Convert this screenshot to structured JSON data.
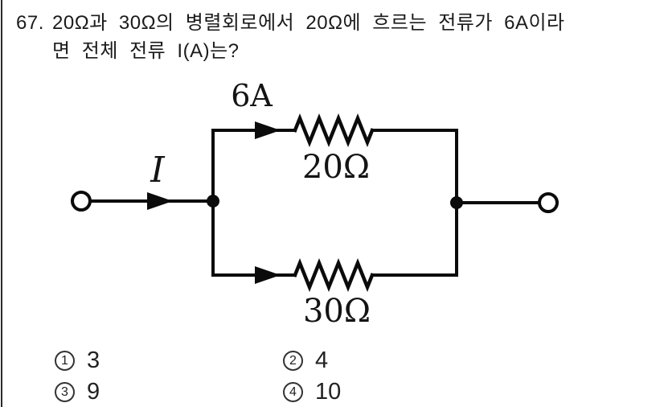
{
  "question": {
    "number": "67.",
    "line1": "20Ω과 30Ω의 병렬회로에서 20Ω에 흐르는 전류가 6A이라",
    "line2": "면 전체 전류 I(A)는?"
  },
  "circuit": {
    "total_current_label": "I",
    "branch1_current_label": "6A",
    "resistor1_label": "20Ω",
    "resistor2_label": "30Ω"
  },
  "choices": [
    {
      "marker": "1",
      "label": "3"
    },
    {
      "marker": "2",
      "label": "4"
    },
    {
      "marker": "3",
      "label": "9"
    },
    {
      "marker": "4",
      "label": "10"
    }
  ],
  "colors": {
    "ink": "#1b1b1b",
    "circuit_stroke": "#0b0b0b",
    "page_background": "#ffffff"
  }
}
